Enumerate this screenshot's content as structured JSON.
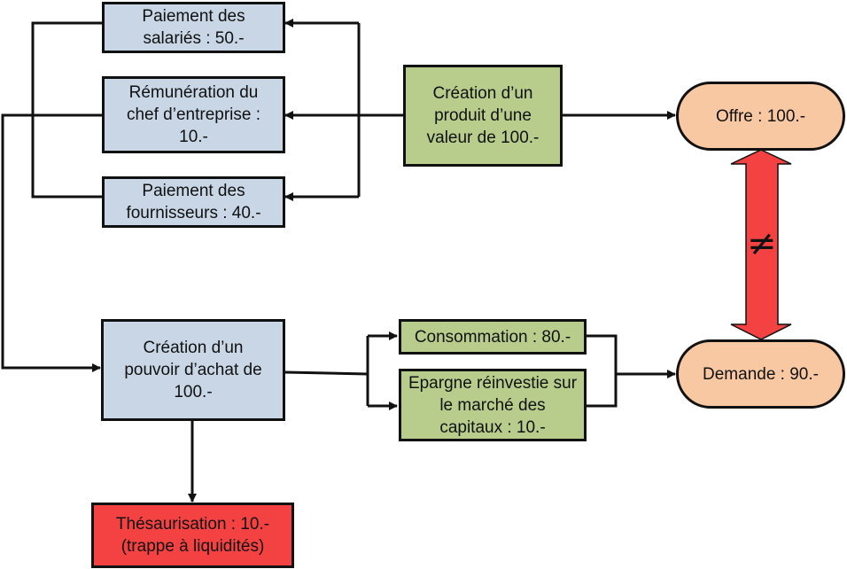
{
  "nodes": {
    "salaries": "Paiement des\nsalariés : 50.-",
    "chef": "Rémunération du\nchef d’entreprise :\n10.-",
    "fournisseurs": "Paiement des\nfournisseurs : 40.-",
    "produit": "Création d’un\nproduit d’une\nvaleur de 100.-",
    "offre": "Offre : 100.-",
    "pouvoir": "Création d’un\npouvoir d’achat de\n100.-",
    "consommation": "Consommation : 80.-",
    "epargne": "Epargne réinvestie sur\nle marché des\ncapitaux : 10.-",
    "demande": "Demande : 90.-",
    "thesaurisation": "Thésaurisation : 10.-\n(trappe à liquidités)"
  },
  "relation_symbol": "≠",
  "colors": {
    "blue": "#c8d6e6",
    "green": "#b8cd8c",
    "red": "#f44242",
    "peach": "#f8c8a2",
    "line": "#111111"
  }
}
